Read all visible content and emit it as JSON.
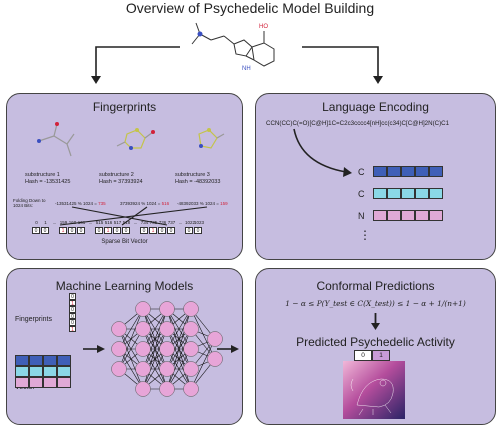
{
  "title": "Overview of Psychedelic Model Building",
  "molecule": {
    "oh_label": "HO",
    "nh_label": "NH"
  },
  "fingerprints": {
    "title": "Fingerprints",
    "substructures": [
      {
        "name": "substructure 1",
        "hash": "Hash = -13531425",
        "fold": "-13531425 % 1024 = ",
        "fold_result": "735"
      },
      {
        "name": "substructure 2",
        "hash": "Hash = 37393924",
        "fold": "37393924 % 1024 = ",
        "fold_result": "516"
      },
      {
        "name": "substructure 3",
        "hash": "Hash = -48392033",
        "fold": "-48392033 % 1024 = ",
        "fold_result": "159"
      }
    ],
    "folding_label": "Folding Down to 1024 Bits:",
    "bit_indices": [
      "0",
      "1",
      "...",
      "159",
      "160",
      "161",
      "...",
      "515",
      "516",
      "517",
      "518",
      "...",
      "734",
      "735",
      "736",
      "737",
      "...",
      "1022",
      "1023"
    ],
    "bit_values": [
      "0",
      "0",
      "",
      "1",
      "0",
      "0",
      "",
      "0",
      "1",
      "0",
      "0",
      "",
      "0",
      "1",
      "0",
      "0",
      "",
      "0",
      "0"
    ],
    "sparse_label": "Sparse Bit Vector"
  },
  "language": {
    "title": "Language Encoding",
    "smiles": "CCN(CC)C(=O)[C@H]1C=C2c3cccc4[nH]cc(c34)C[C@H]2N(C)C1",
    "tokens": [
      "C",
      "C",
      "N"
    ],
    "ellipsis": "⋮",
    "colors": {
      "blue": "#3f5fb7",
      "cyan": "#8ad8e6",
      "pink": "#e0a9d6"
    }
  },
  "ml": {
    "title": "Machine Learning Models",
    "fp_label": "Fingerprints",
    "fp_bits": [
      "0",
      "1",
      "0",
      "0",
      "0",
      "1"
    ],
    "encoded_label": "Encoded\nVector",
    "node_color": "#e7a5d8",
    "layers": [
      3,
      5,
      5,
      5,
      2
    ]
  },
  "conformal": {
    "title": "Conformal Predictions",
    "formula": "1 − α ≤ P(Y_test ∈ C(X_test)) ≤ 1 − α + 1/(n+1)",
    "predicted_title": "Predicted Psychedelic Activity",
    "classes": [
      "0",
      "1"
    ]
  }
}
